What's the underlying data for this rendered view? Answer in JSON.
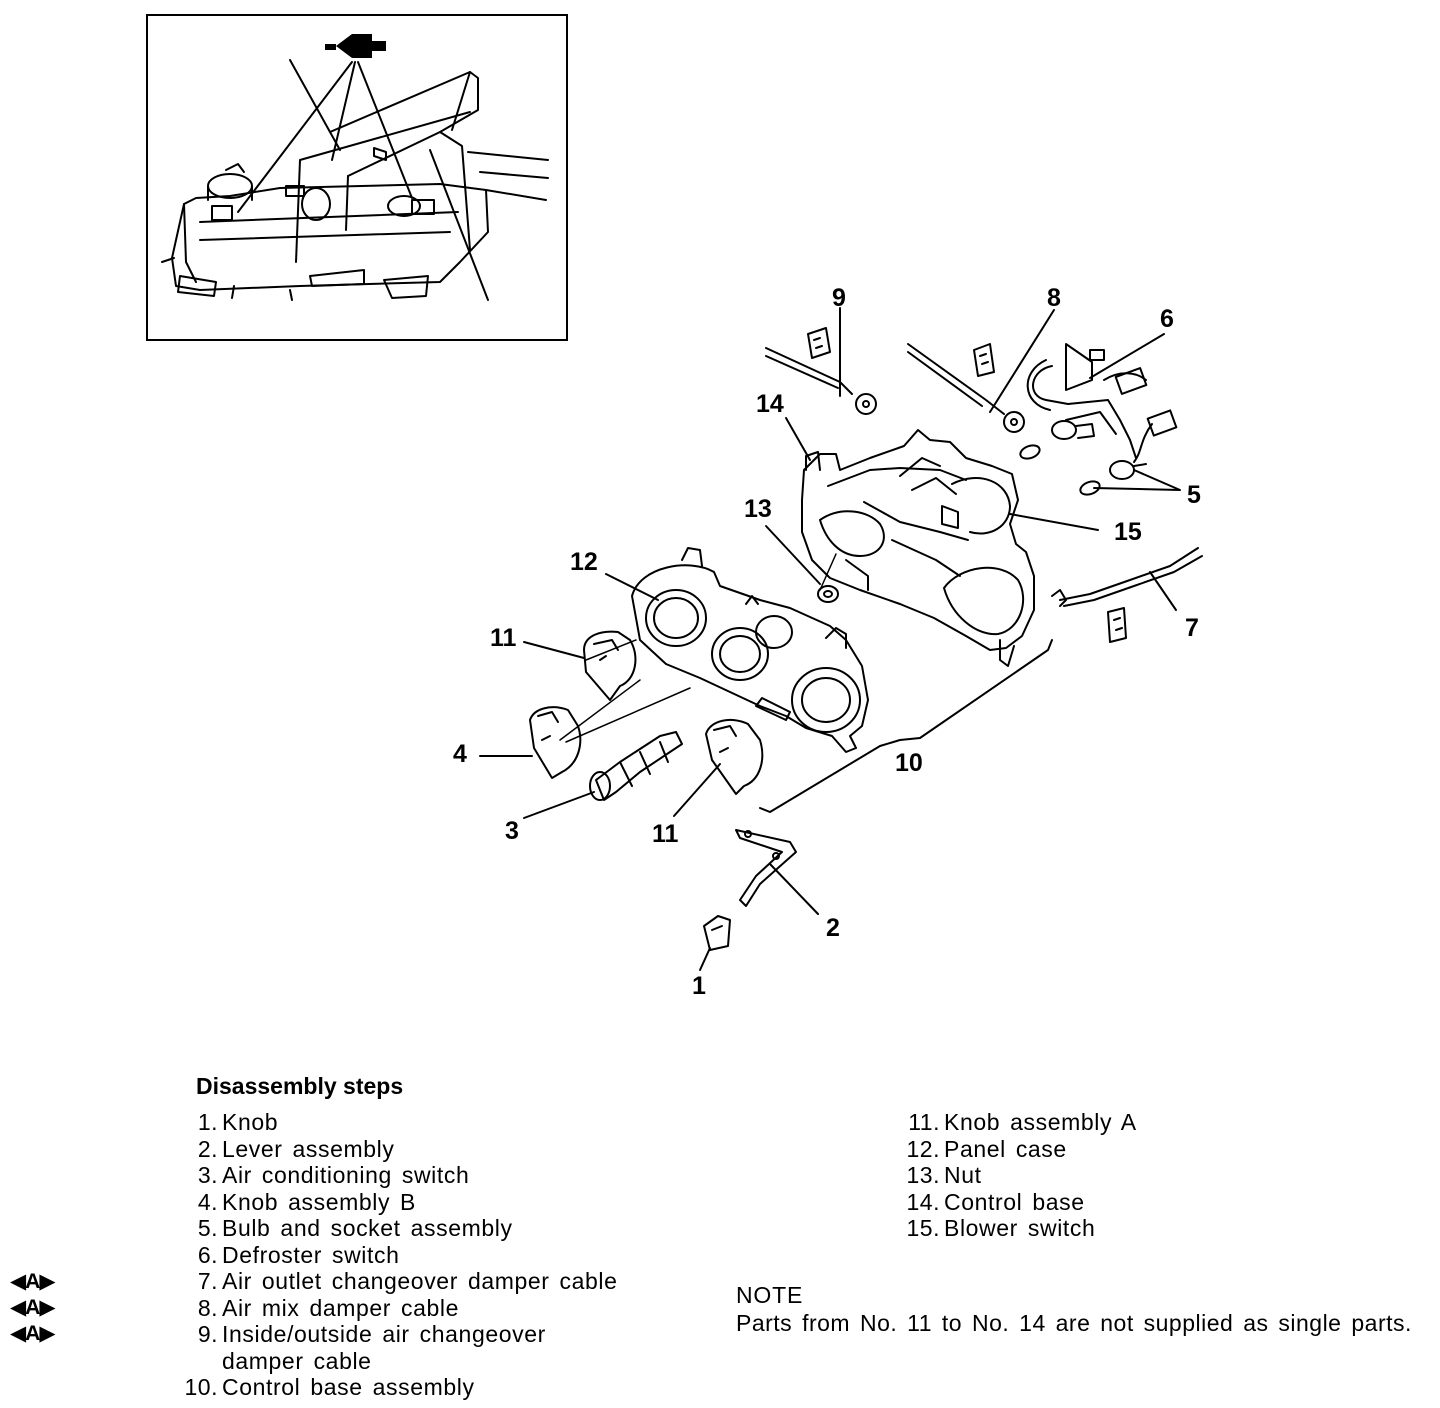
{
  "callouts": {
    "c1": "1",
    "c2": "2",
    "c3": "3",
    "c4": "4",
    "c5": "5",
    "c6": "6",
    "c7": "7",
    "c8": "8",
    "c9": "9",
    "c10": "10",
    "c11a": "11",
    "c11b": "11",
    "c12": "12",
    "c13": "13",
    "c14": "14",
    "c15": "15"
  },
  "disassembly": {
    "heading": "Disassembly steps",
    "left_steps": [
      {
        "num": "1.",
        "text": "Knob"
      },
      {
        "num": "2.",
        "text": "Lever assembly"
      },
      {
        "num": "3.",
        "text": "Air conditioning switch"
      },
      {
        "num": "4.",
        "text": "Knob assembly B"
      },
      {
        "num": "5.",
        "text": "Bulb and socket assembly"
      },
      {
        "num": "6.",
        "text": "Defroster switch"
      },
      {
        "num": "7.",
        "text": "Air outlet changeover damper cable"
      },
      {
        "num": "8.",
        "text": "Air mix damper cable"
      },
      {
        "num": "9.",
        "text": "Inside/outside air changeover"
      },
      {
        "num": "",
        "text": "damper cable"
      },
      {
        "num": "10.",
        "text": "Control base assembly"
      }
    ],
    "right_steps": [
      {
        "num": "11.",
        "text": "Knob assembly A"
      },
      {
        "num": "12.",
        "text": "Panel case"
      },
      {
        "num": "13.",
        "text": "Nut"
      },
      {
        "num": "14.",
        "text": "Control base"
      },
      {
        "num": "15.",
        "text": "Blower switch"
      }
    ],
    "markers": {
      "m7": "◀A▶",
      "m8": "◀A▶",
      "m9": "◀A▶"
    }
  },
  "note": {
    "title": "NOTE",
    "text": "Parts from No. 11 to No. 14 are not supplied as single parts."
  }
}
